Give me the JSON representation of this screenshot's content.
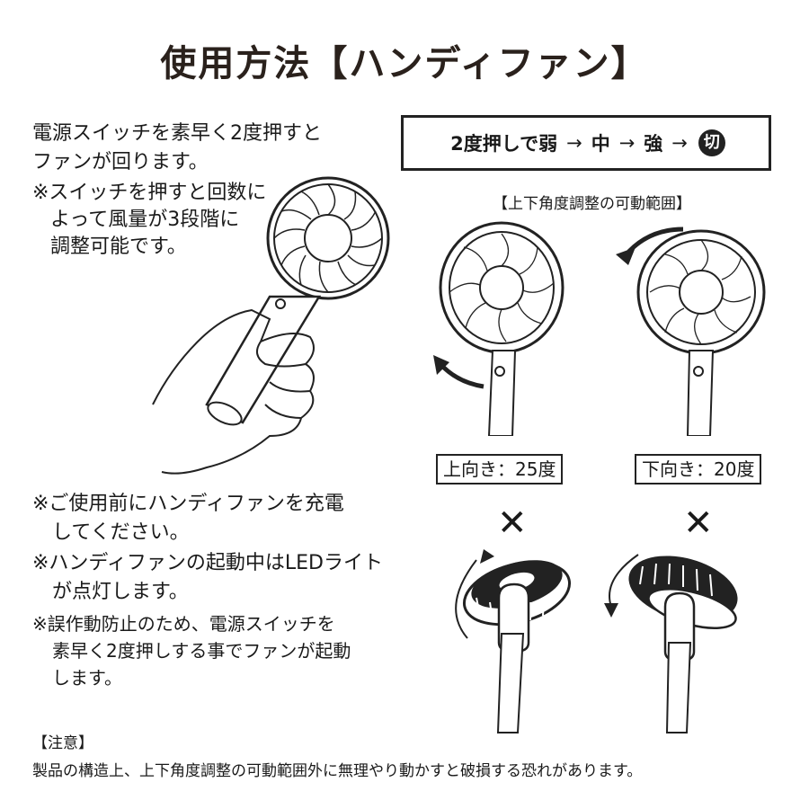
{
  "title": "使用方法【ハンディファン】",
  "instructions": {
    "line1": "電源スイッチを素早く2度押すと",
    "line2": "ファンが回ります。",
    "note1": "※スイッチを押すと回数に",
    "note2": "よって風量が3段階に",
    "note3": "調整可能です。"
  },
  "speed": {
    "prefix": "2度押しで弱",
    "arrow": "→",
    "mid": "中",
    "strong": "強",
    "off": "切"
  },
  "range_title": "【上下角度調整の可動範囲】",
  "angles": {
    "up": "上向き：25度",
    "down": "下向き：20度"
  },
  "marks": {
    "x": "✕"
  },
  "notes": {
    "n1a": "※ご使用前にハンディファンを充電",
    "n1b": "してください。",
    "n2a": "※ハンディファンの起動中はLEDライト",
    "n2b": "が点灯します。",
    "n3a": "※誤作動防止のため、電源スイッチを",
    "n3b": "素早く2度押しする事でファンが起動",
    "n3c": "します。"
  },
  "caution": {
    "heading": "【注意】",
    "body": "製品の構造上、上下角度調整の可動範囲外に無理やり動かすと破損する恐れがあります。"
  }
}
